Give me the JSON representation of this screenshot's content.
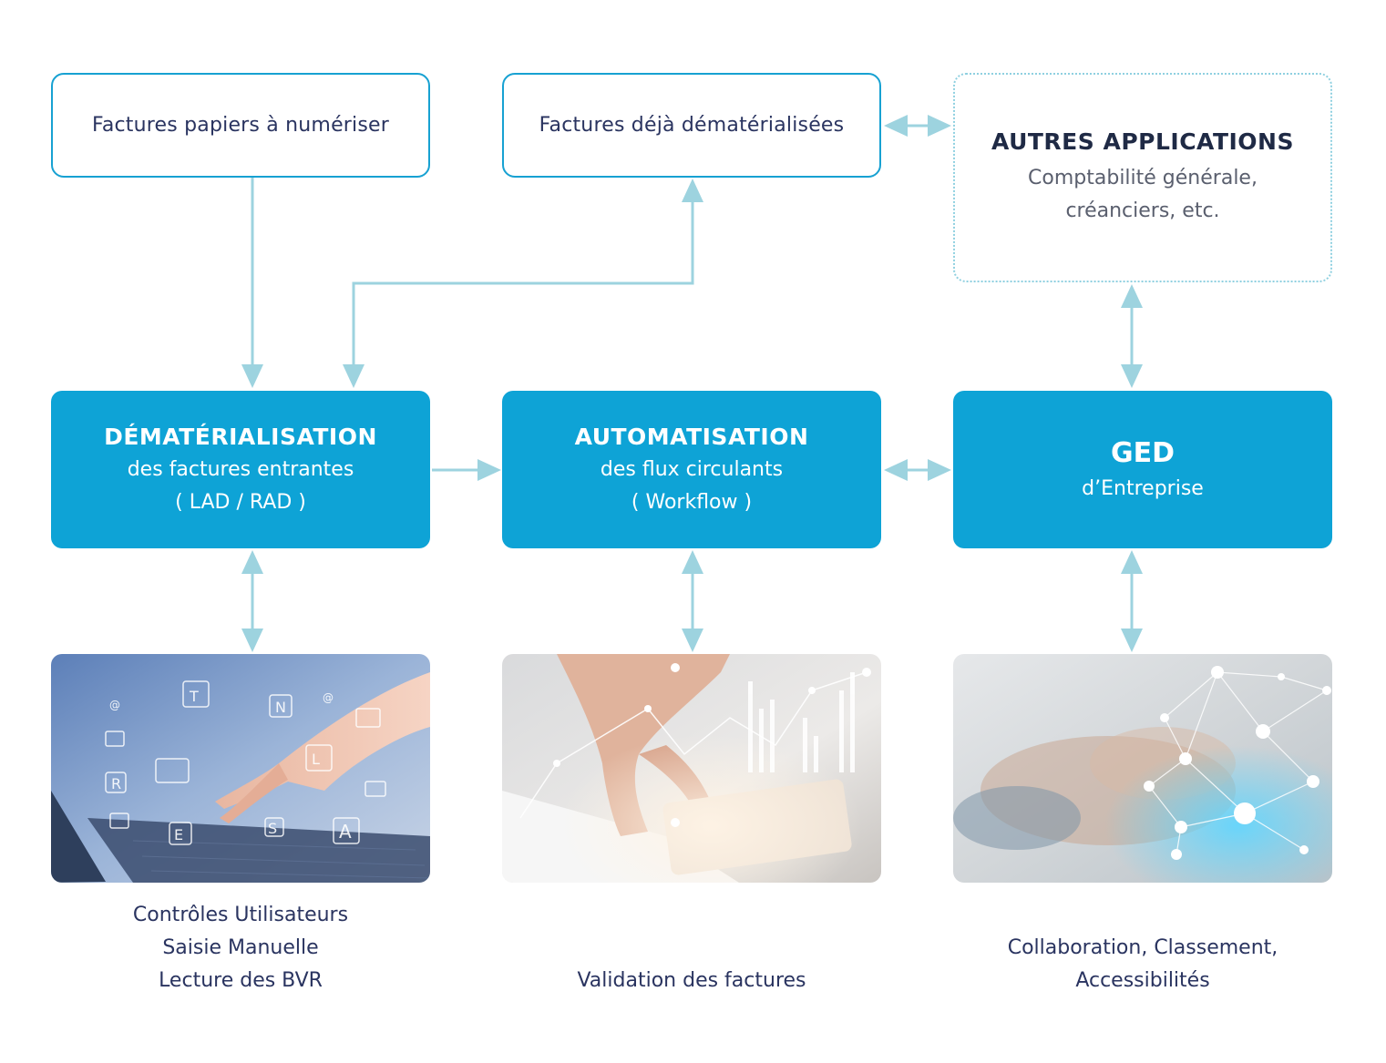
{
  "top_boxes": {
    "paper_invoices": "Factures papiers à numériser",
    "digital_invoices": "Factures déjà dématérialisées",
    "other_apps": {
      "title": "AUTRES APPLICATIONS",
      "line1": "Comptabilité générale,",
      "line2": "créanciers, etc."
    }
  },
  "process_boxes": {
    "dematerialisation": {
      "title": "DÉMATÉRIALISATION",
      "line1": "des factures entrantes",
      "line2": "( LAD / RAD )"
    },
    "automatisation": {
      "title": "AUTOMATISATION",
      "line1": "des flux circulants",
      "line2": "( Workflow )"
    },
    "ged": {
      "title": "GED",
      "line1": "d’Entreprise"
    }
  },
  "captions": {
    "left": [
      "Contrôles Utilisateurs",
      "Saisie Manuelle",
      "Lecture des BVR"
    ],
    "middle": [
      "Validation des factures"
    ],
    "right": [
      "Collaboration, Classement,",
      "Accessibilités"
    ]
  },
  "images": {
    "left": "photo: hand typing on laptop with floating mail icons",
    "middle": "photo: hands working with tablet and chart overlay",
    "right": "photo: blurred hands with network nodes overlay"
  },
  "colors": {
    "primary": "#0ea3d6",
    "outline": "#17a1d2",
    "arrow": "#9dd3df",
    "text": "#2a3460"
  }
}
